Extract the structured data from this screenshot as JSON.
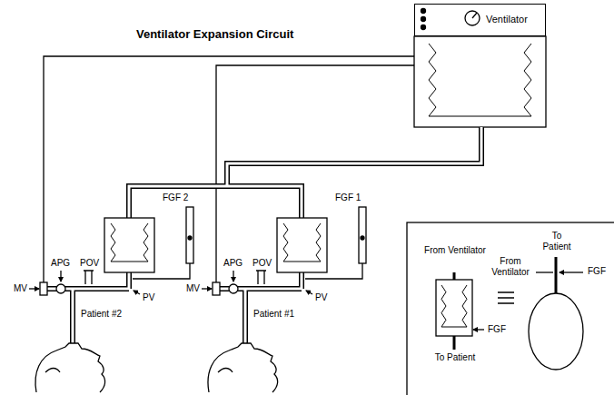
{
  "diagram": {
    "title": "Ventilator Expansion Circuit",
    "nodes": [
      {
        "text": [
          "Ventilator"
        ]
      }
    ],
    "labels": [
      "FGF 2",
      "FGF 1",
      "MV",
      "APG",
      "POV",
      "PV",
      "Patient #2",
      "MV",
      "APG",
      "POV",
      "PV",
      "Patient #1",
      "From Ventilator",
      "To Patient",
      "FGF",
      "From Ventilator",
      "To Patient",
      "FGF"
    ]
  }
}
